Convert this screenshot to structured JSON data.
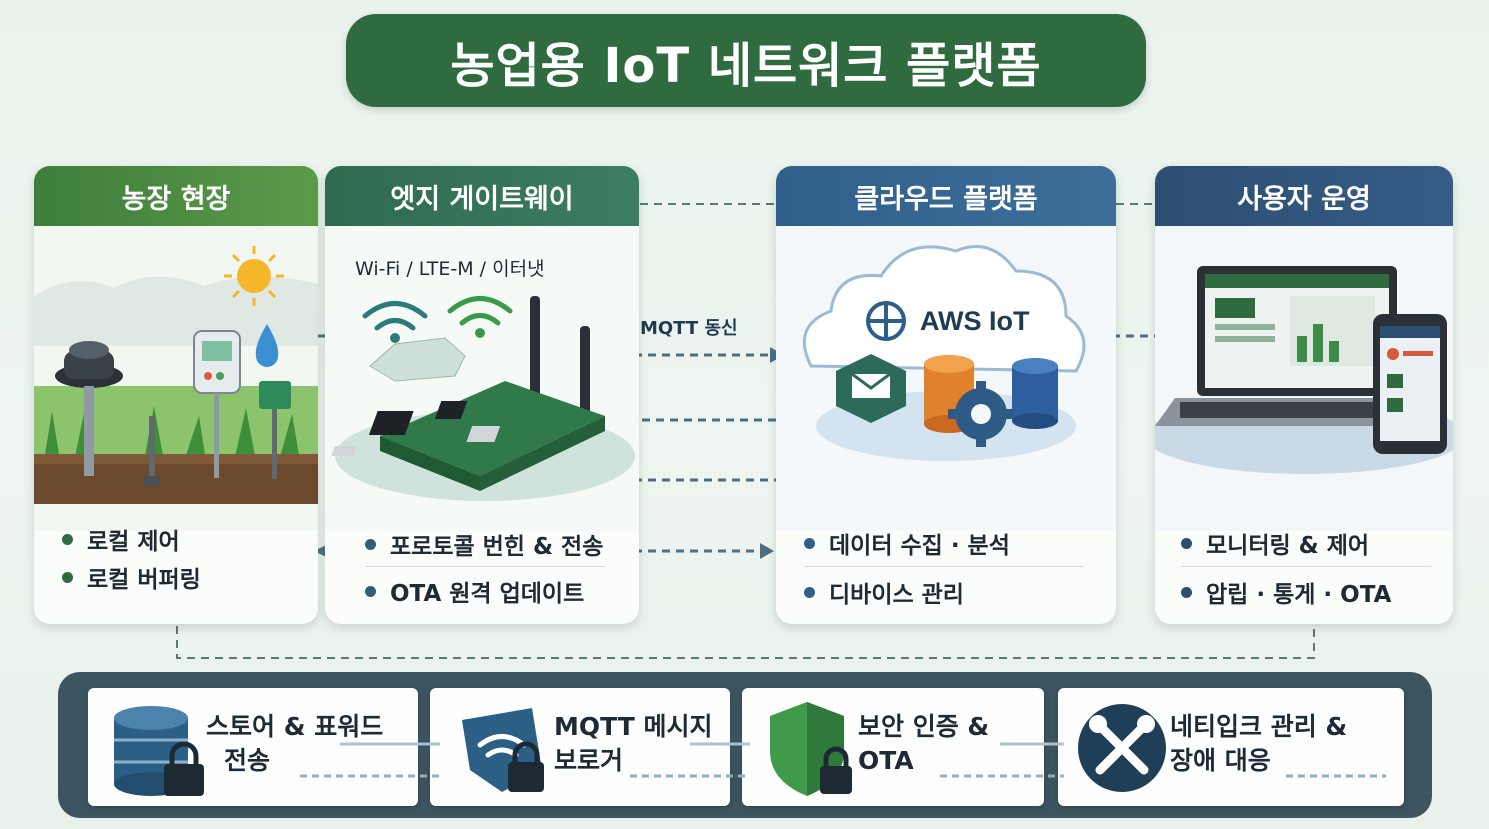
{
  "title": "농업용 IoT 네트워크 플랫폼",
  "colors": {
    "title_bg": "#2f6b3e",
    "farm_header": "#4a8a43",
    "gateway_header": "#336f55",
    "cloud_header": "#356690",
    "user_header": "#30557c",
    "bottom_bar": "#3d5560"
  },
  "panels": [
    {
      "title": "농장 현장",
      "bullets": [
        "로컬 제어",
        "로컬 버퍼링"
      ],
      "icons": [
        "sun-icon",
        "soil-sensor-icon",
        "water-drop-icon",
        "display-sensor-icon"
      ]
    },
    {
      "title": "엣지 게이트웨이",
      "network_label": "Wi-Fi / LTE-M / 이터냇",
      "bullets": [
        "포로토콜 번힌 & 전송",
        "OTA 원격 업데이트"
      ],
      "icons": [
        "wifi-icon",
        "gateway-board-icon"
      ]
    },
    {
      "title": "클라우드 플랫폼",
      "cloud_label": "AWS IoT",
      "bullets": [
        "데이터 수집 · 분석",
        "디바이스 관리"
      ],
      "icons": [
        "cloud-icon",
        "message-icon",
        "gear-icon",
        "database-icon"
      ]
    },
    {
      "title": "사용자 운영",
      "bullets": [
        "모니터링 & 제어",
        "압립 · 통게 · OTA"
      ],
      "icons": [
        "laptop-icon",
        "smartphone-icon"
      ]
    }
  ],
  "connectors": {
    "mqtt_label": "MQTT 동신"
  },
  "features": [
    {
      "line1": "스토어 & 표워드",
      "line2": "전송",
      "icon": "database-lock-icon"
    },
    {
      "line1": "MQTT 메시지",
      "line2": "보로거",
      "icon": "wifi-lock-icon"
    },
    {
      "line1": "보안 인증 &",
      "line2": "OTA",
      "icon": "shield-lock-icon"
    },
    {
      "line1": "네티입크 관리 &",
      "line2": "장애 대응",
      "icon": "wrench-icon"
    }
  ]
}
